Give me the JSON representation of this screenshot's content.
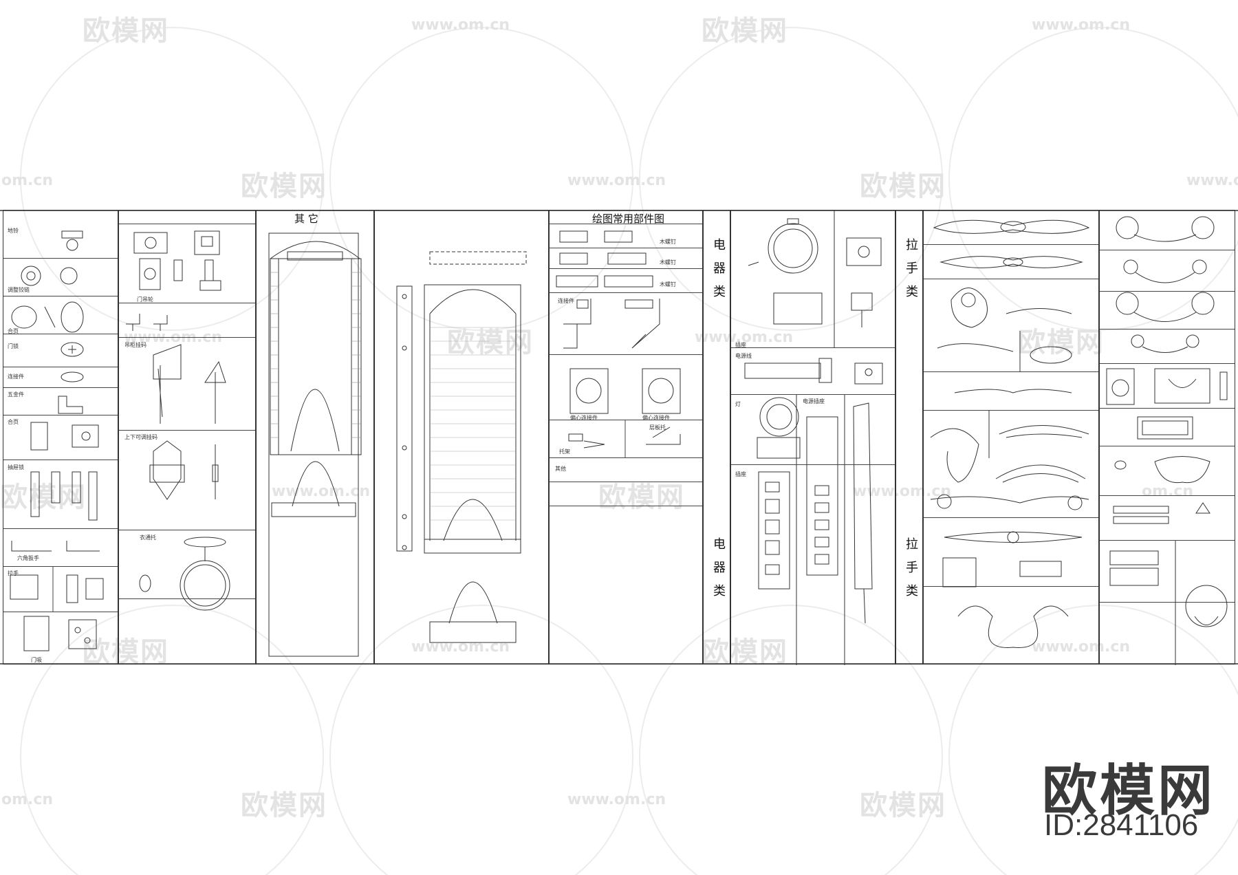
{
  "watermark": {
    "logo_text": "欧模网",
    "url_text": "www.om.cn",
    "partial_url": "om.cn"
  },
  "branding": {
    "logo": "欧模网",
    "id_label": "ID:2841106"
  },
  "panels": {
    "other": {
      "title": "其 它"
    },
    "drawing_parts": {
      "title": "绘图常用部件图"
    },
    "electrical": {
      "title": "电器类",
      "title_repeat": "电器类"
    },
    "handles": {
      "title": "拉手类",
      "title_repeat": "拉手类"
    }
  },
  "labels": {
    "l1": "地铃",
    "l2": "调整铰链",
    "l3": "合页",
    "l4": "门锁",
    "l5": "连接件",
    "l6": "五金件",
    "l7": "合页",
    "l8": "抽屉锁",
    "l9": "六角扳手",
    "l10": "拉手",
    "l11": "门吸",
    "m1": "门吊轮",
    "m2": "吊柜挂码",
    "m3": "上下可调挂码",
    "m4": "衣通托",
    "d1": "木螺钉",
    "d2": "木螺钉",
    "d3": "木螺钉",
    "d4": "连接件",
    "d5": "偏心连接件",
    "d6": "偏心连接件",
    "d7": "托架",
    "d8": "层板托",
    "d9": "其他",
    "e1": "插座",
    "e2": "电源线",
    "e3": "灯",
    "e4": "插座",
    "e5": "电源插座"
  }
}
